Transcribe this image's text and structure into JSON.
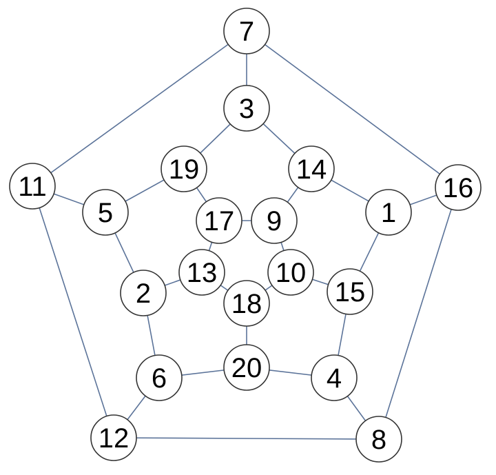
{
  "graph": {
    "nodes": [
      "1",
      "2",
      "3",
      "4",
      "5",
      "6",
      "7",
      "8",
      "9",
      "10",
      "11",
      "12",
      "13",
      "14",
      "15",
      "16",
      "17",
      "18",
      "19",
      "20"
    ],
    "edges": [
      [
        "7",
        "3"
      ],
      [
        "7",
        "11"
      ],
      [
        "7",
        "16"
      ],
      [
        "3",
        "19"
      ],
      [
        "3",
        "14"
      ],
      [
        "11",
        "5"
      ],
      [
        "11",
        "12"
      ],
      [
        "16",
        "1"
      ],
      [
        "16",
        "8"
      ],
      [
        "19",
        "5"
      ],
      [
        "19",
        "17"
      ],
      [
        "14",
        "9"
      ],
      [
        "14",
        "1"
      ],
      [
        "5",
        "2"
      ],
      [
        "1",
        "15"
      ],
      [
        "17",
        "9"
      ],
      [
        "17",
        "13"
      ],
      [
        "9",
        "10"
      ],
      [
        "2",
        "13"
      ],
      [
        "2",
        "6"
      ],
      [
        "13",
        "18"
      ],
      [
        "10",
        "18"
      ],
      [
        "10",
        "15"
      ],
      [
        "15",
        "4"
      ],
      [
        "18",
        "20"
      ],
      [
        "6",
        "20"
      ],
      [
        "6",
        "12"
      ],
      [
        "20",
        "4"
      ],
      [
        "4",
        "8"
      ],
      [
        "12",
        "8"
      ]
    ]
  },
  "colors": {
    "edge": "#5b7399",
    "node_fill": "#ffffff",
    "node_stroke": "#333333",
    "label": "#000000"
  }
}
